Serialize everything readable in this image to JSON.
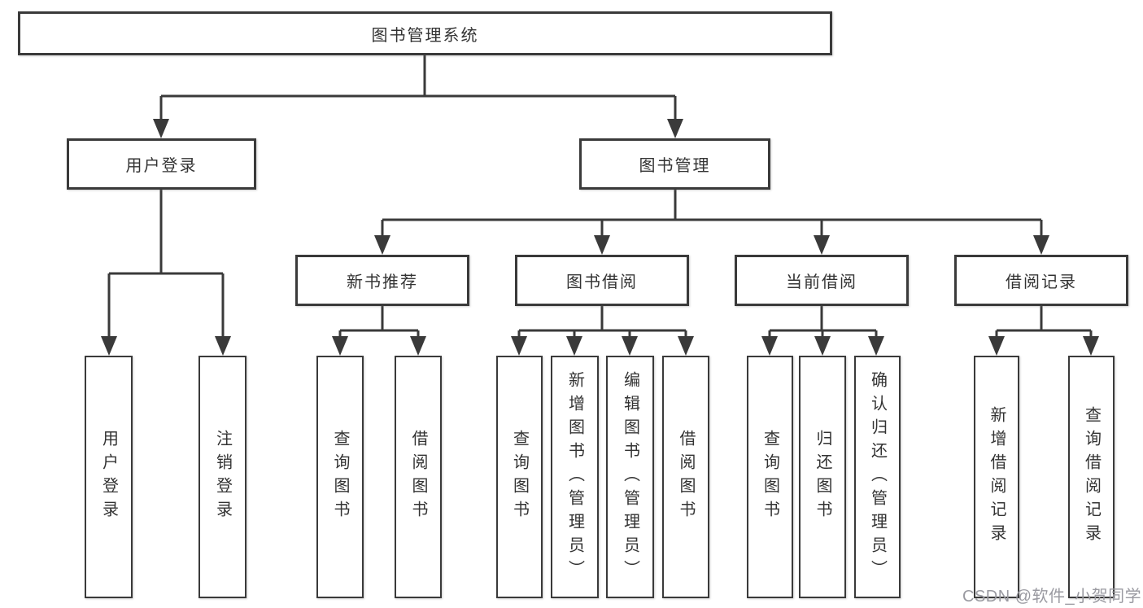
{
  "diagram": {
    "type": "tree",
    "root": {
      "label": "图书管理系统",
      "children": [
        {
          "label": "用户登录",
          "children": [
            {
              "label": "用户登录"
            },
            {
              "label": "注销登录"
            }
          ]
        },
        {
          "label": "图书管理",
          "children": [
            {
              "label": "新书推荐",
              "children": [
                {
                  "label": "查询图书"
                },
                {
                  "label": "借阅图书"
                }
              ]
            },
            {
              "label": "图书借阅",
              "children": [
                {
                  "label": "查询图书"
                },
                {
                  "label": "新增图书（管理员）"
                },
                {
                  "label": "编辑图书（管理员）"
                },
                {
                  "label": "借阅图书"
                }
              ]
            },
            {
              "label": "当前借阅",
              "children": [
                {
                  "label": "查询图书"
                },
                {
                  "label": "归还图书"
                },
                {
                  "label": "确认归还（管理员）"
                }
              ]
            },
            {
              "label": "借阅记录",
              "children": [
                {
                  "label": "新增借阅记录"
                },
                {
                  "label": "查询借阅记录"
                }
              ]
            }
          ]
        }
      ]
    }
  },
  "watermark": {
    "text": "CSDN @软件_小贺同学"
  },
  "colors": {
    "line": "#3a3a3a",
    "text": "#333333",
    "box_background": "#ffffff",
    "watermark": "#9a9aa1",
    "page_background": "#ffffff"
  }
}
